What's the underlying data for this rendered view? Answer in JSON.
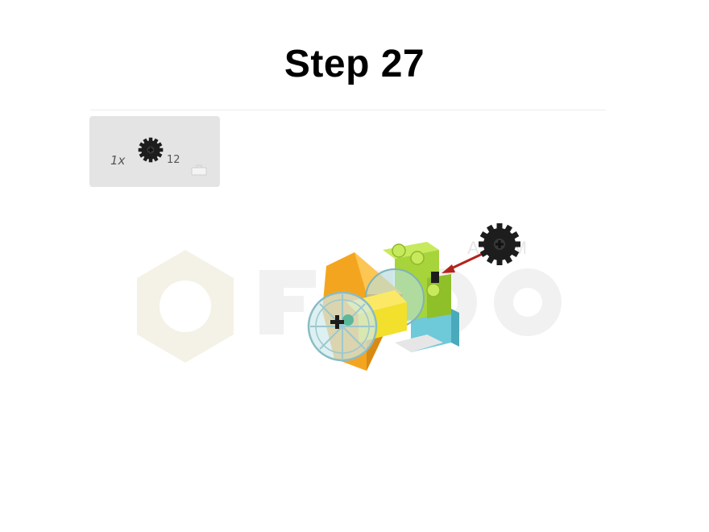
{
  "step": {
    "title": "Step 27"
  },
  "parts": {
    "quantity": "1x",
    "size": "12",
    "gear_icon": "gear-12-tooth-icon",
    "case_icon": "toolbox-icon"
  },
  "watermark": {
    "text": "A M",
    "logo": "FIBBO"
  },
  "colors": {
    "title": "#000000",
    "parts_bg": "#e4e4e4",
    "lime": "#a6d43a",
    "orange": "#f4a51f",
    "yellow": "#f2e02c",
    "cyan": "#6ec9d9",
    "gear": "#1d1d1d",
    "arrow": "#b3231c"
  }
}
